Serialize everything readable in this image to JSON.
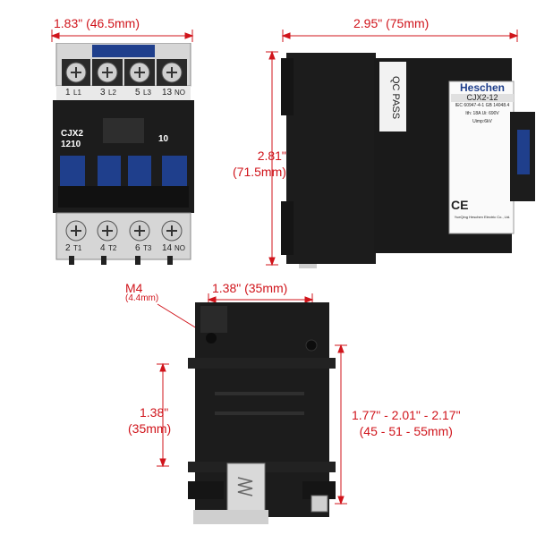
{
  "front_view": {
    "width_dim": "1.83\" (46.5mm)",
    "terminals_top": [
      "1",
      "L1",
      "3",
      "L2",
      "5",
      "L3",
      "13",
      "NO"
    ],
    "terminals_bottom": [
      "2",
      "T1",
      "4",
      "T2",
      "6",
      "T3",
      "14",
      "NO"
    ],
    "model": "CJX2",
    "model_code": "1210",
    "contact_code": "10"
  },
  "side_view": {
    "depth_dim": "2.95\" (75mm)",
    "height_dim_in": "2.81\"",
    "height_dim_mm": "(71.5mm)",
    "qc_label": "QC PASS",
    "brand": "Heschen",
    "label_model": "CJX2-12",
    "standard": "IEC 60947-4-1 GB 14048.4",
    "ith": "Ith: 18A",
    "ui": "Ui: 690V",
    "uimp": "Uimp:6kV",
    "company": "YueQing Heschen Electric Co., Ltd.",
    "ce_mark": "CE"
  },
  "bottom_view": {
    "screw_label": "M4",
    "screw_sub": "(4.4mm)",
    "mount_width": "1.38\" (35mm)",
    "mount_height_in": "1.38\"",
    "mount_height_mm": "(35mm)",
    "rail_dim": "1.77\" - 2.01\" - 2.17\"",
    "rail_dim_mm": "(45 - 51 - 55mm)"
  },
  "colors": {
    "dimension": "#d0141b",
    "body": "#1c1c1c",
    "terminal": "#d8d8d8",
    "button": "#1f3f8c"
  }
}
